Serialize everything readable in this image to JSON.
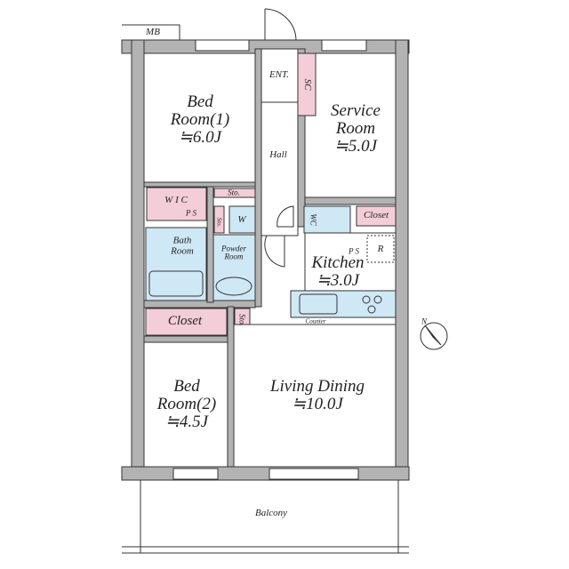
{
  "colors": {
    "wall": "#b3b3b3",
    "storage": "#f3cdd8",
    "wet": "#cfe8f5",
    "line": "#333333"
  },
  "labels": {
    "mb": "MB",
    "entrance": "ENT.",
    "shoe_closet": "SC",
    "hall": "Hall",
    "bedroom1": {
      "name1": "Bed",
      "name2": "Room(1)",
      "size": "≒6.0J"
    },
    "service_room": {
      "name1": "Service",
      "name2": "Room",
      "size": "≒5.0J"
    },
    "wic": "W I C",
    "ps1": "P S",
    "sto1": "Sto.",
    "sto2": "Sto.",
    "sto3": "Sto.",
    "washer": "W",
    "wc": "WC",
    "closet1": "Closet",
    "bath": {
      "name1": "Bath",
      "name2": "Room"
    },
    "powder": {
      "name1": "Powder",
      "name2": "Room"
    },
    "ps2": "P S",
    "fridge": "R",
    "kitchen": {
      "name": "Kitchen",
      "size": "≒3.0J"
    },
    "counter": "Counter",
    "closet2": "Closet",
    "bedroom2": {
      "name1": "Bed",
      "name2": "Room(2)",
      "size": "≒4.5J"
    },
    "living": {
      "name": "Living Dining",
      "size": "≒10.0J"
    },
    "balcony": "Balcony",
    "north": "N"
  }
}
